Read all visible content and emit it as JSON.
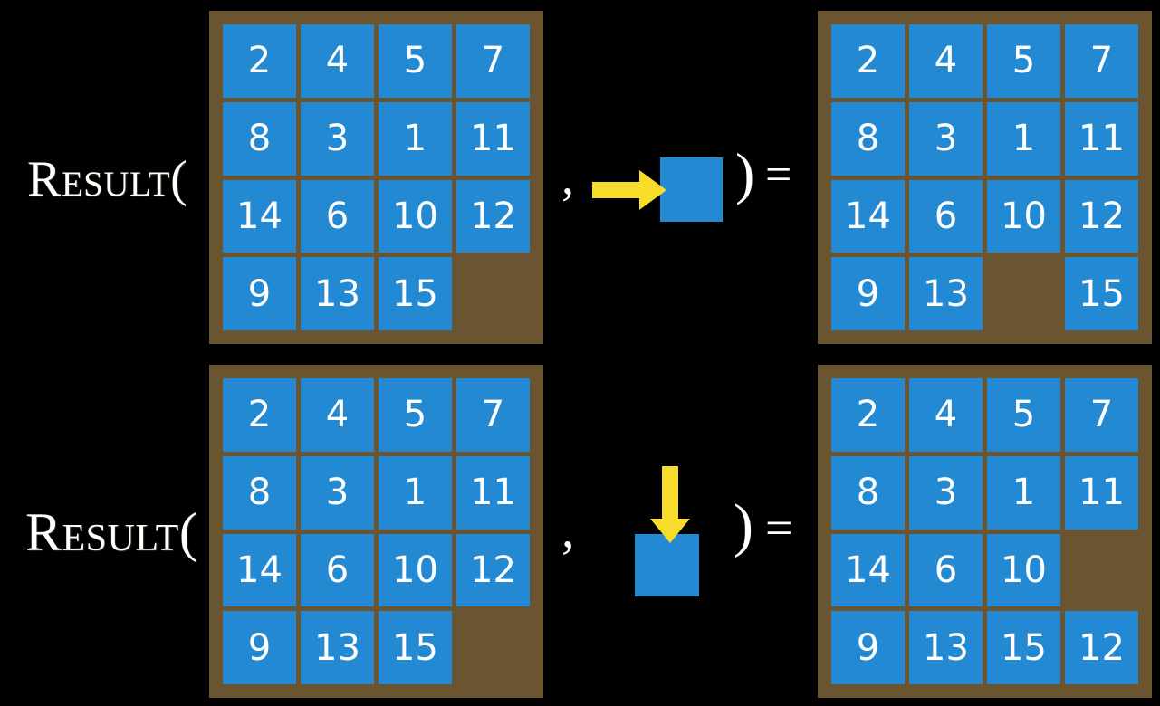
{
  "background_color": "#000000",
  "colors": {
    "tile": "#2389D3",
    "board_frame": "#6B5430",
    "arrow": "#F7DC2A",
    "text": "#FFFFFF"
  },
  "rows": [
    {
      "id": "row-1",
      "label": "Result(",
      "comma": ",",
      "close_paren": ")",
      "equals": "=",
      "action": {
        "name": "move-right",
        "arrow_direction": "right",
        "arrow_icon": "arrow-right-icon",
        "blank_tile_icon": "blank-tile-icon"
      },
      "input_board": {
        "name": "input-puzzle-board",
        "rows": 4,
        "cols": 4,
        "cells": [
          [
            "2",
            "4",
            "5",
            "7"
          ],
          [
            "8",
            "3",
            "1",
            "11"
          ],
          [
            "14",
            "6",
            "10",
            "12"
          ],
          [
            "9",
            "13",
            "15",
            ""
          ]
        ]
      },
      "output_board": {
        "name": "output-puzzle-board",
        "rows": 4,
        "cols": 4,
        "cells": [
          [
            "2",
            "4",
            "5",
            "7"
          ],
          [
            "8",
            "3",
            "1",
            "11"
          ],
          [
            "14",
            "6",
            "10",
            "12"
          ],
          [
            "9",
            "13",
            "",
            "15"
          ]
        ]
      }
    },
    {
      "id": "row-2",
      "label": "Result(",
      "comma": ",",
      "close_paren": ")",
      "equals": "=",
      "action": {
        "name": "move-down",
        "arrow_direction": "down",
        "arrow_icon": "arrow-down-icon",
        "blank_tile_icon": "blank-tile-icon"
      },
      "input_board": {
        "name": "input-puzzle-board",
        "rows": 4,
        "cols": 4,
        "cells": [
          [
            "2",
            "4",
            "5",
            "7"
          ],
          [
            "8",
            "3",
            "1",
            "11"
          ],
          [
            "14",
            "6",
            "10",
            "12"
          ],
          [
            "9",
            "13",
            "15",
            ""
          ]
        ]
      },
      "output_board": {
        "name": "output-puzzle-board",
        "rows": 4,
        "cols": 4,
        "cells": [
          [
            "2",
            "4",
            "5",
            "7"
          ],
          [
            "8",
            "3",
            "1",
            "11"
          ],
          [
            "14",
            "6",
            "10",
            ""
          ],
          [
            "9",
            "13",
            "15",
            "12"
          ]
        ]
      }
    }
  ]
}
